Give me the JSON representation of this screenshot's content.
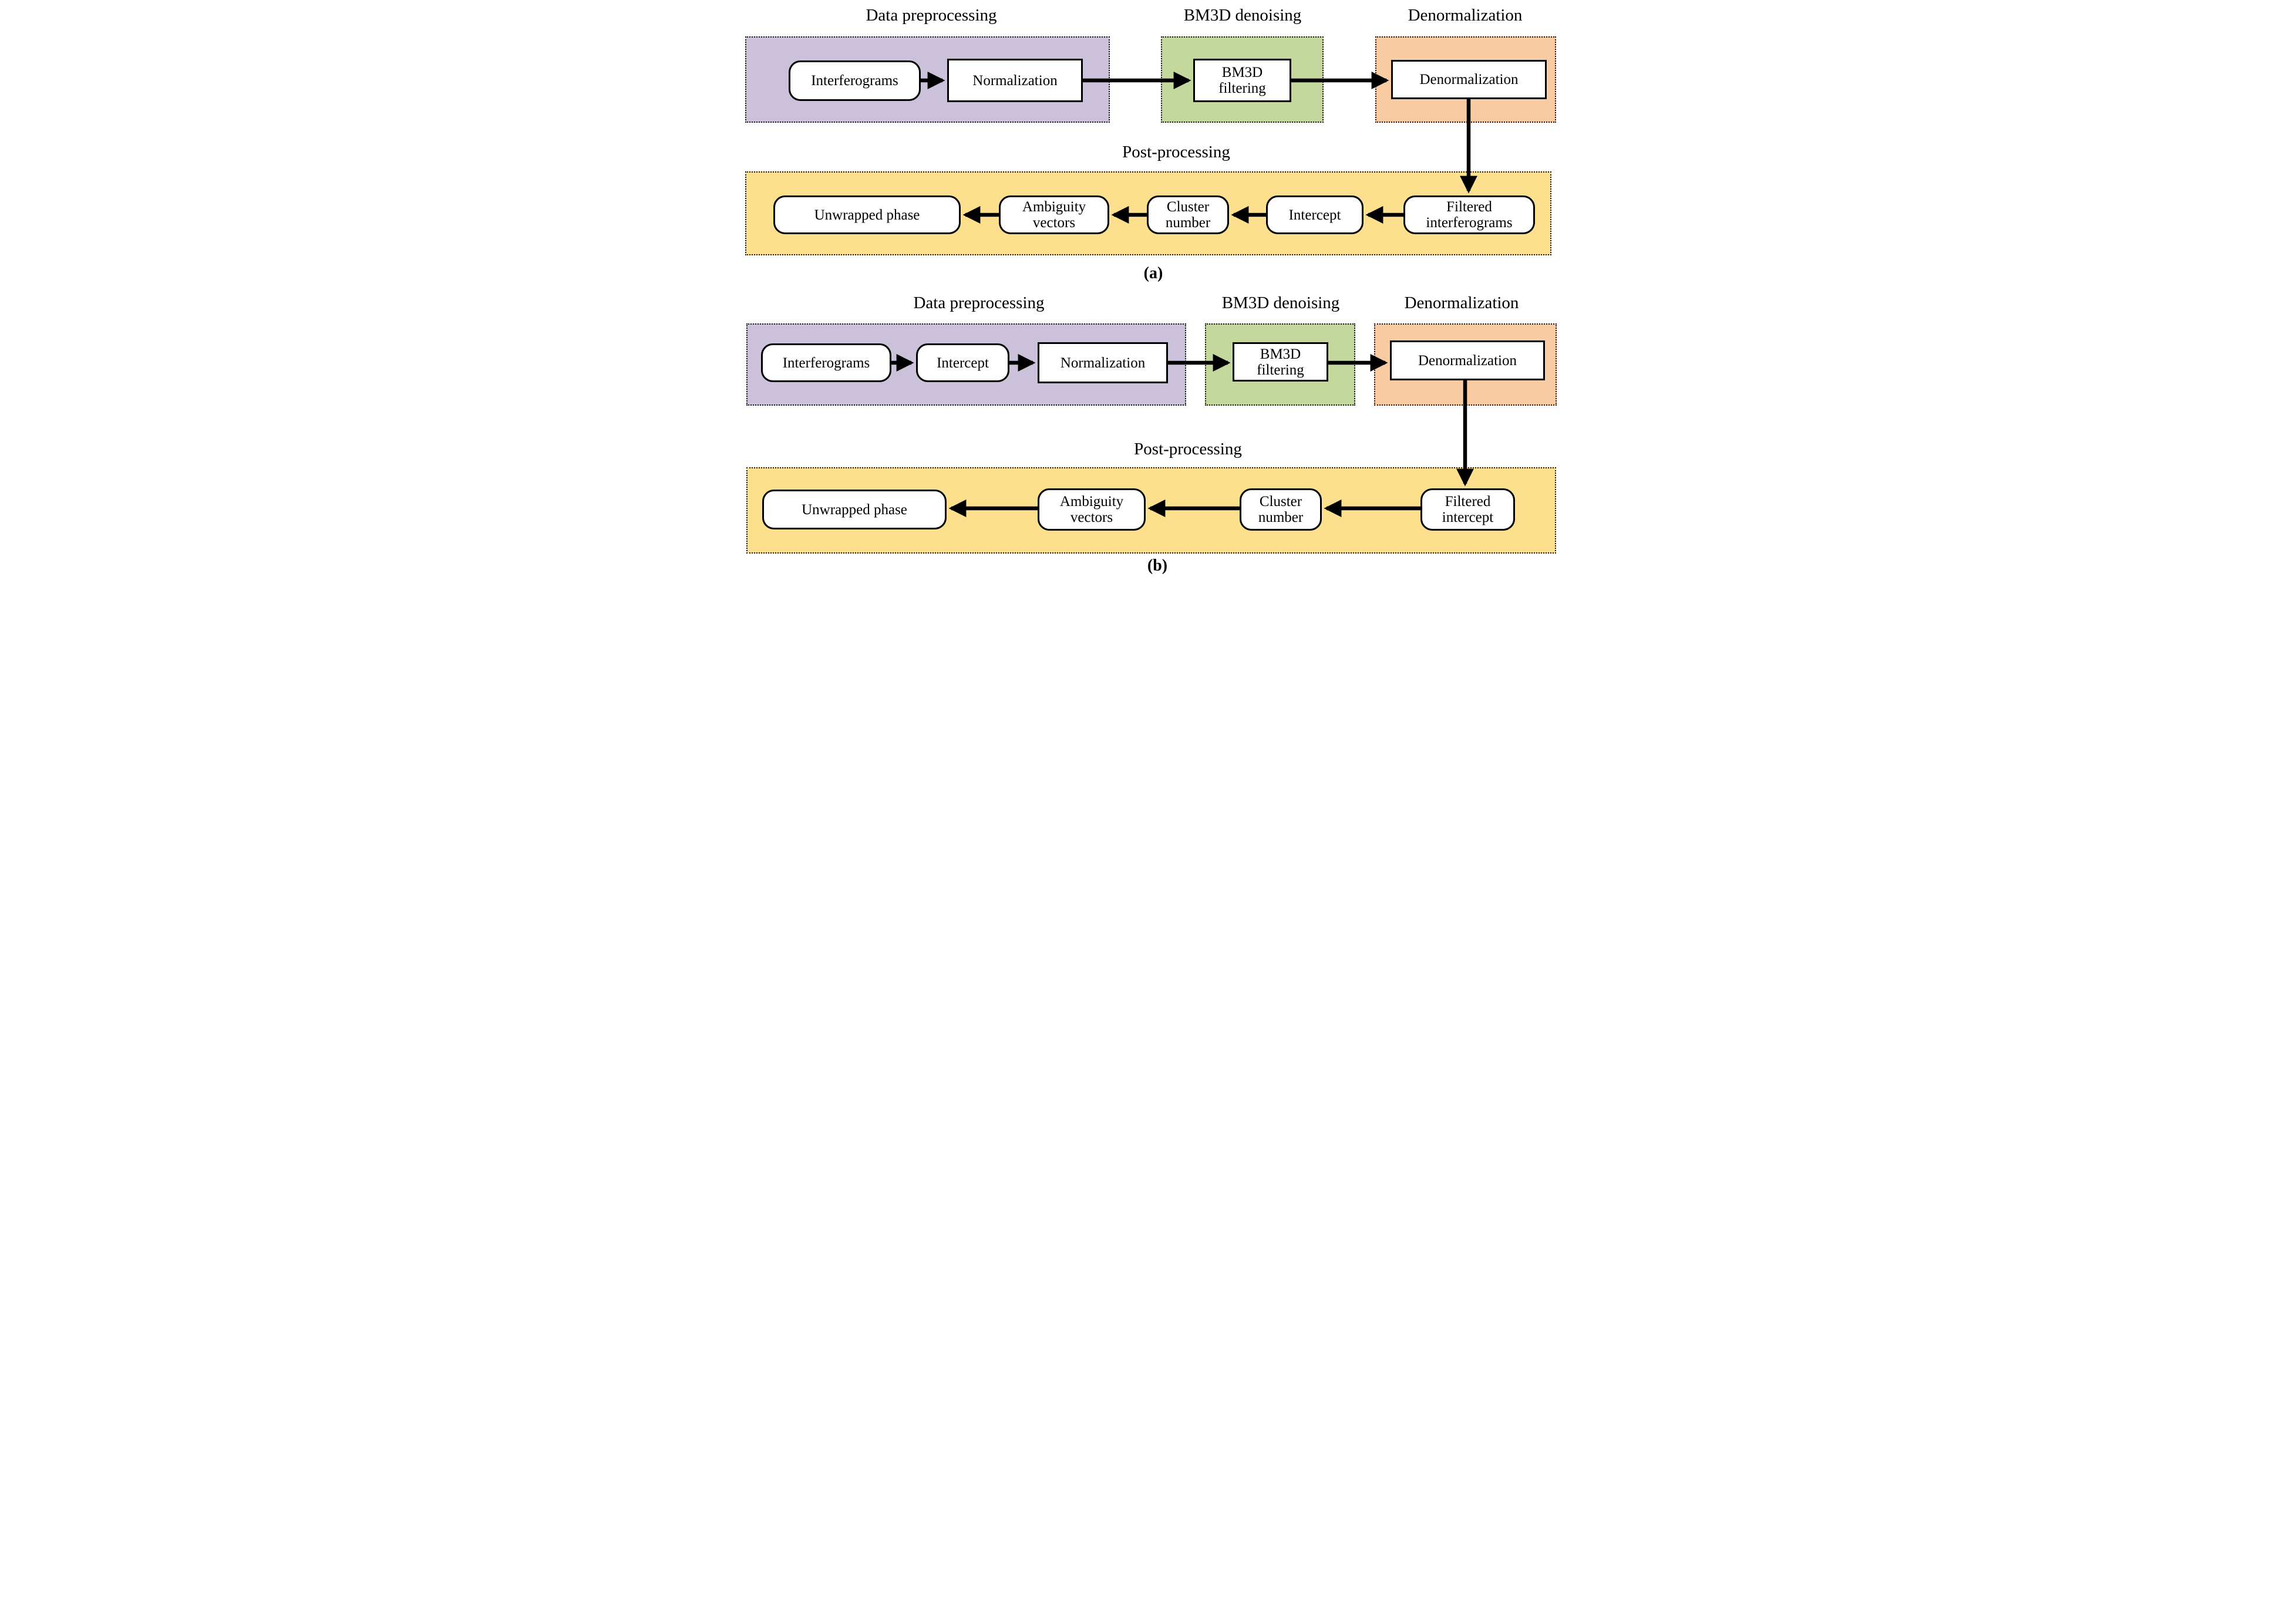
{
  "colors": {
    "preprocessing_fill": "#cbc1da",
    "denoising_fill": "#c4d79c",
    "denormalization_fill": "#f9cba3",
    "postprocessing_fill": "#fde08d",
    "node_fill": "#ffffff",
    "line_color": "#000000"
  },
  "panel_a": {
    "label": "(a)",
    "titles": {
      "pre": "Data preprocessing",
      "bm3d": "BM3D denoising",
      "denorm": "Denormalization",
      "post": "Post-processing"
    },
    "nodes": {
      "interferograms": "Interferograms",
      "normalization": "Normalization",
      "bm3d": "BM3D filtering",
      "denorm": "Denormalization",
      "filtered": "Filtered interferograms",
      "intercept": "Intercept",
      "cluster": "Cluster number",
      "ambiguity": "Ambiguity vectors",
      "unwrapped": "Unwrapped phase"
    }
  },
  "panel_b": {
    "label": "(b)",
    "titles": {
      "pre": "Data preprocessing",
      "bm3d": "BM3D denoising",
      "denorm": "Denormalization",
      "post": "Post-processing"
    },
    "nodes": {
      "interferograms": "Interferograms",
      "intercept": "Intercept",
      "normalization": "Normalization",
      "bm3d": "BM3D filtering",
      "denorm": "Denormalization",
      "filtered": "Filtered intercept",
      "cluster": "Cluster number",
      "ambiguity": "Ambiguity vectors",
      "unwrapped": "Unwrapped phase"
    }
  }
}
